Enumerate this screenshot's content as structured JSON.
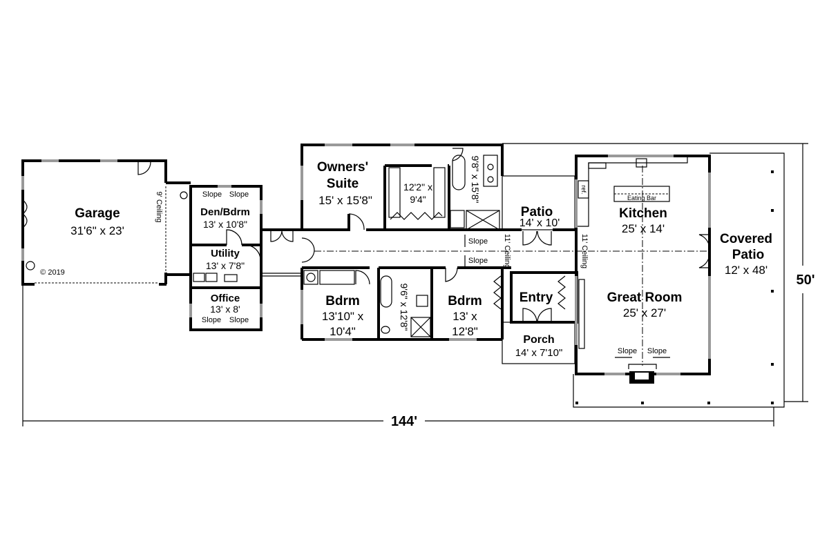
{
  "plan": {
    "copyright": "© 2019",
    "overall_width": "144'",
    "overall_depth": "50'",
    "rooms": {
      "garage": {
        "name": "Garage",
        "size": "31'6\" x 23'",
        "ceiling": "9' Ceiling"
      },
      "den": {
        "name": "Den/Bdrm",
        "size": "13' x 10'8\"",
        "slope_left": "Slope",
        "slope_right": "Slope"
      },
      "utility": {
        "name": "Utility",
        "size": "13' x 7'8\""
      },
      "office": {
        "name": "Office",
        "size": "13' x 8'",
        "slope_left": "Slope",
        "slope_right": "Slope"
      },
      "owners_suite": {
        "name1": "Owners'",
        "name2": "Suite",
        "size": "15' x 15'8\""
      },
      "owners_closet": {
        "size1": "12'2\" x",
        "size2": "9'4\""
      },
      "owners_bath": {
        "size": "9'8\" x 15'8\""
      },
      "hall": {
        "slope_up": "Slope",
        "slope_down": "Slope",
        "ceiling_left": "11' Ceiling",
        "ceiling_right": "11' Ceiling"
      },
      "bdrm1": {
        "name": "Bdrm",
        "size1": "13'10\" x",
        "size2": "10'4\""
      },
      "bath2": {
        "size": "9'6\" x 12'8\""
      },
      "bdrm2": {
        "name": "Bdrm",
        "size1": "13' x",
        "size2": "12'8\""
      },
      "patio": {
        "name": "Patio",
        "size": "14' x 10'"
      },
      "entry": {
        "name": "Entry"
      },
      "porch": {
        "name": "Porch",
        "size": "14' x 7'10\""
      },
      "kitchen": {
        "name": "Kitchen",
        "size": "25' x 14'",
        "eating_bar": "Eating Bar",
        "ref": "ref."
      },
      "great_room": {
        "name": "Great Room",
        "size": "25' x 27'",
        "slope_left": "Slope",
        "slope_right": "Slope"
      },
      "covered_patio": {
        "name1": "Covered",
        "name2": "Patio",
        "size": "12' x 48'"
      }
    }
  }
}
